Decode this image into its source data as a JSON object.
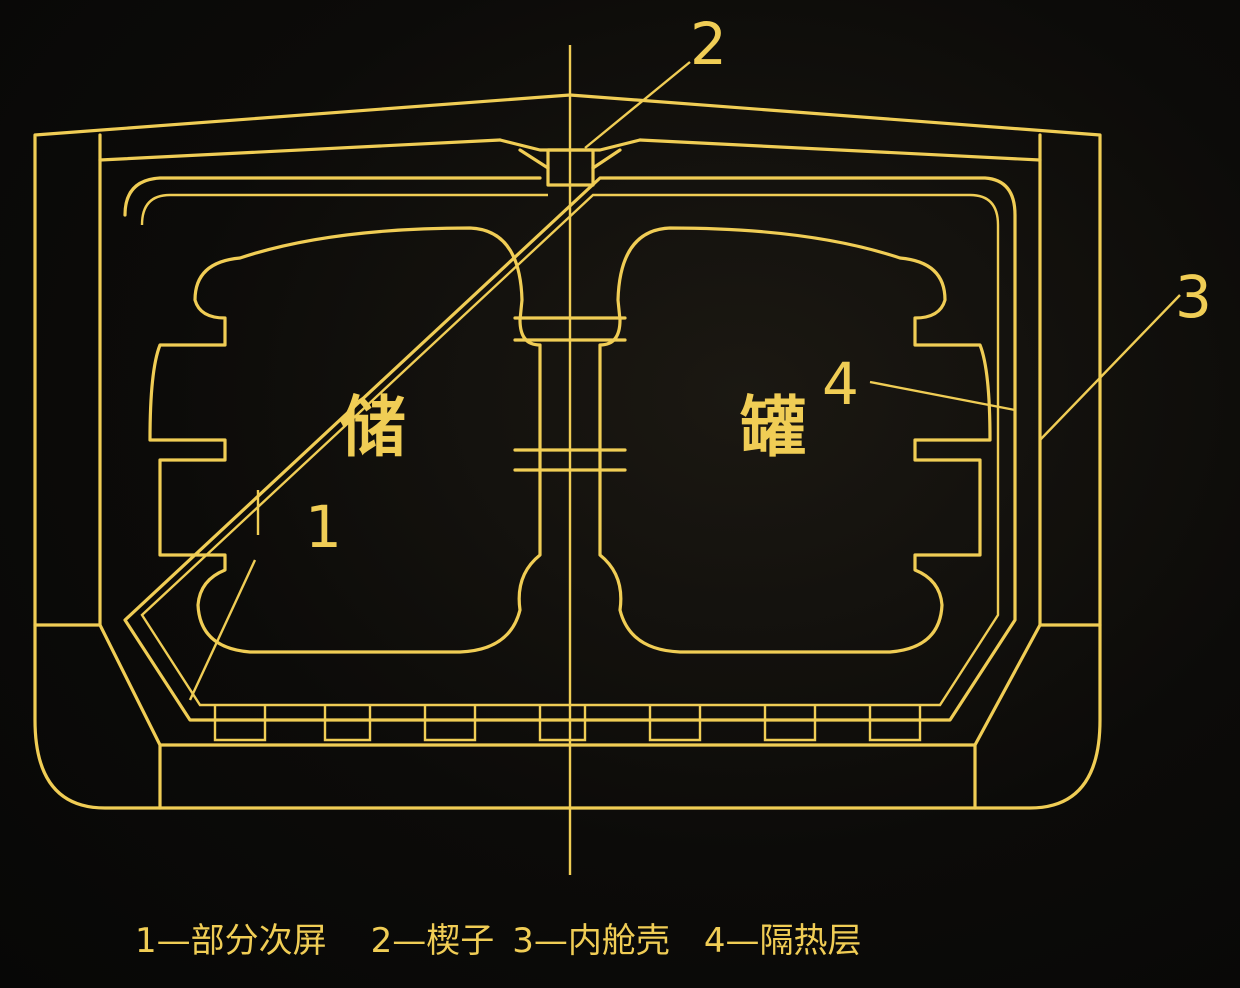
{
  "diagram": {
    "title_chars": [
      "储",
      "罐"
    ],
    "callouts": [
      "1",
      "2",
      "3",
      "4"
    ],
    "legend": [
      "1—部分次屏",
      "2—楔子",
      "3—内舱壳",
      "4—隔热层"
    ]
  },
  "colors": {
    "line": "#f0cd55",
    "background": "#0b0a08"
  }
}
